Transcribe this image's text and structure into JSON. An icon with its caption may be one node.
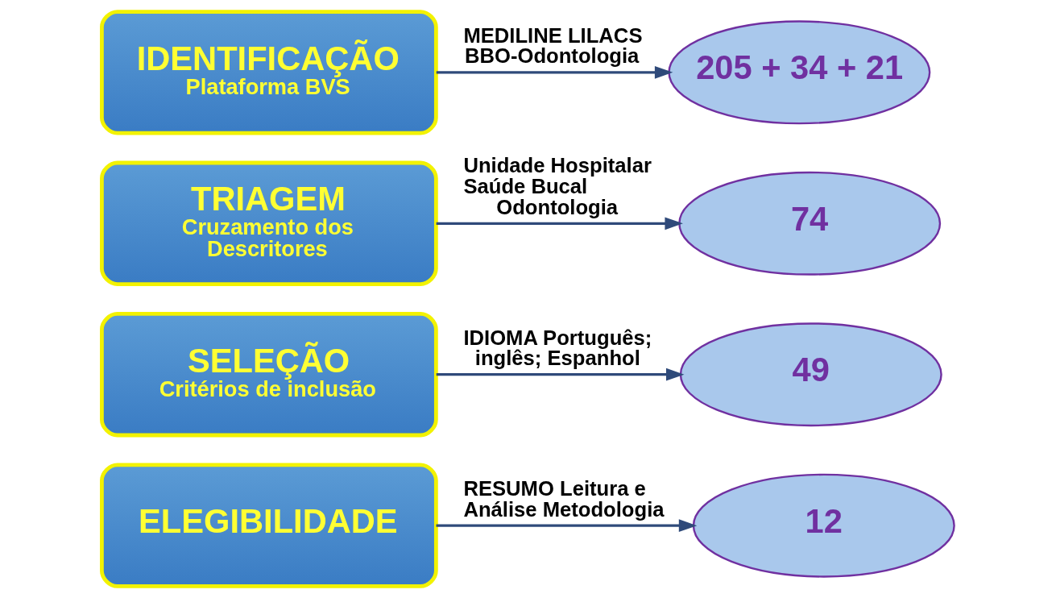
{
  "diagram": {
    "nodes": [
      {
        "text": [
          "IDENTIFICAÇÃO",
          "Plataforma BVS"
        ]
      },
      {
        "text": [
          "205 + 34 + 21"
        ]
      },
      {
        "text": [
          "TRIAGEM",
          "Cruzamento dos Descritores"
        ]
      },
      {
        "text": [
          "74"
        ]
      },
      {
        "text": [
          "SELEÇÃO",
          "Critérios de inclusão"
        ]
      },
      {
        "text": [
          "49"
        ]
      },
      {
        "text": [
          "ELEGIBILIDADE"
        ]
      },
      {
        "text": [
          "12"
        ]
      }
    ],
    "edges": [
      {
        "from": 0,
        "to": 1,
        "arrow": "to",
        "label": "MEDILINE LILACS BBO-Odontologia"
      },
      {
        "from": 2,
        "to": 3,
        "arrow": "to",
        "label": "Unidade Hospitalar Saúde Bucal Odontologia"
      },
      {
        "from": 4,
        "to": 5,
        "arrow": "to",
        "label": "IDIOMA Português; inglês; Espanhol"
      },
      {
        "from": 6,
        "to": 7,
        "arrow": "to",
        "label": "RESUMO Leitura e Análise Metodologia"
      }
    ]
  }
}
